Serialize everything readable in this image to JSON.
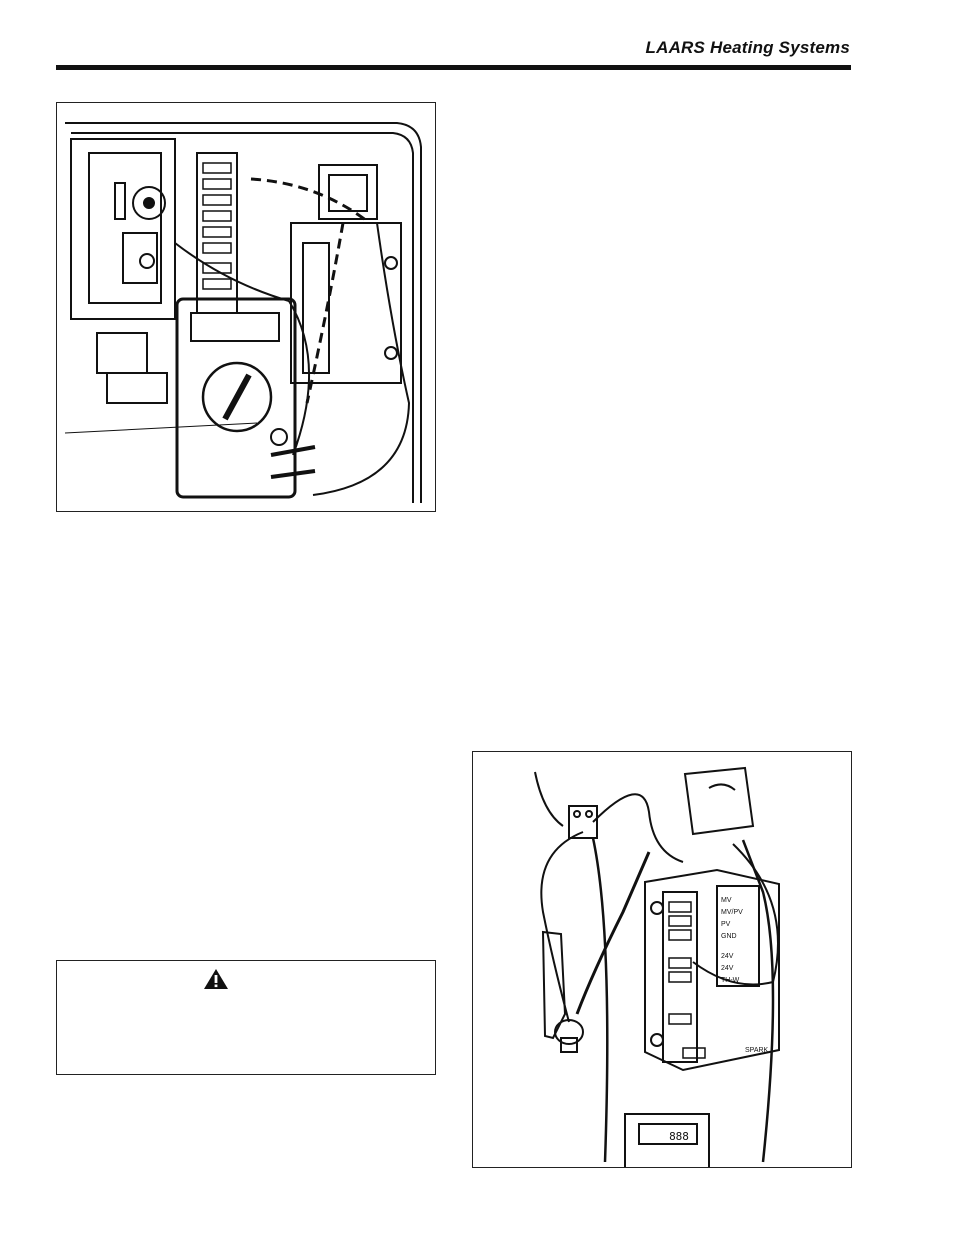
{
  "header": {
    "title": "LAARS Heating Systems"
  },
  "figure_top_left": {
    "alt": ""
  },
  "figure_bottom_right": {
    "module_labels": [
      "MV",
      "MV/PV",
      "PV",
      "GND",
      "24V",
      "24V",
      "TH-W",
      "SPARK"
    ],
    "meter_readout": "888"
  },
  "warning_box": {
    "icon": "warning-triangle-icon",
    "text": ""
  },
  "colors": {
    "ink": "#111111",
    "paper": "#ffffff"
  }
}
